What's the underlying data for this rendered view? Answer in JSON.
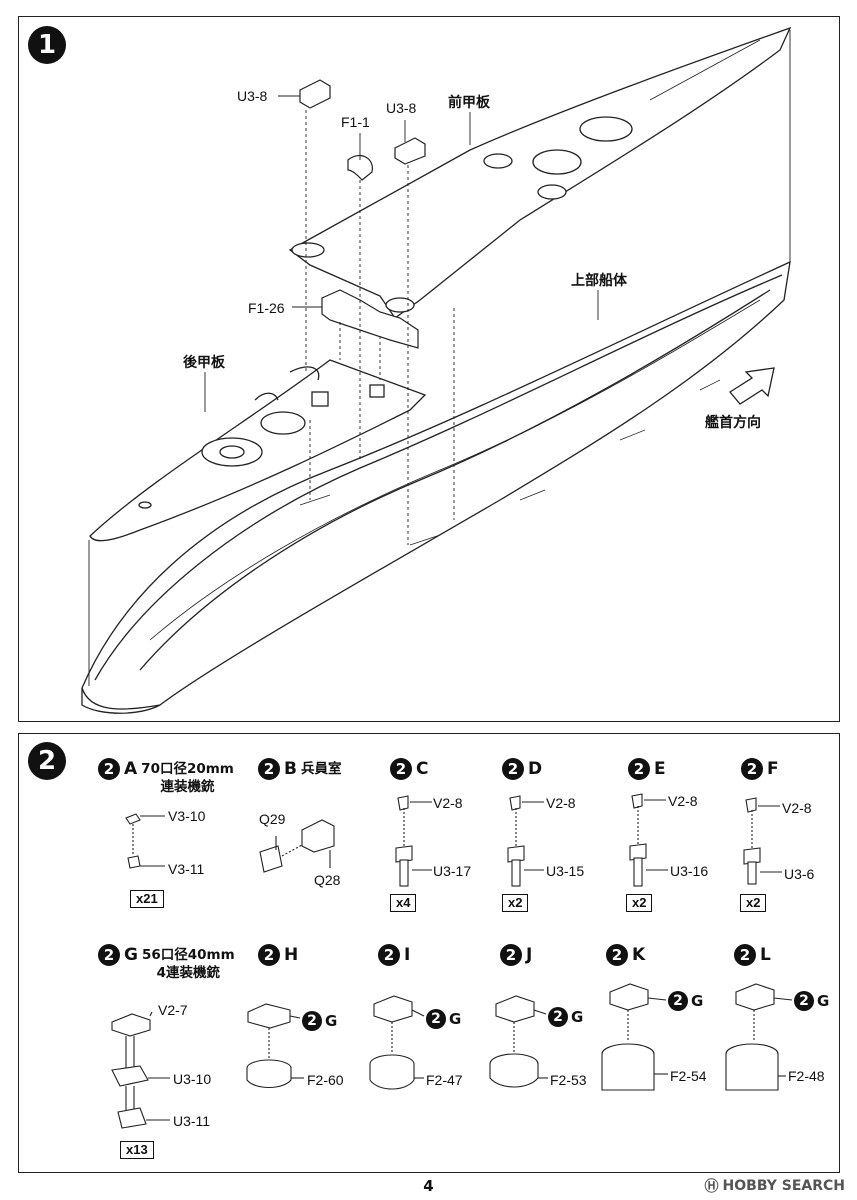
{
  "step1": {
    "number": "1",
    "labels": {
      "u3_8_left": "U3-8",
      "f1_1": "F1-1",
      "u3_8_mid": "U3-8",
      "front_deck": "前甲板",
      "upper_hull": "上部船体",
      "f1_26": "F1-26",
      "rear_deck": "後甲板",
      "bow_direction": "艦首方向"
    }
  },
  "step2": {
    "number": "2",
    "subassemblies": [
      {
        "circle": "2",
        "letter": "A",
        "title": "70口径20mm\n連装機銃",
        "parts": [
          "V3-10",
          "V3-11"
        ],
        "qty": "x21"
      },
      {
        "circle": "2",
        "letter": "B",
        "title": "兵員室",
        "parts": [
          "Q29",
          "Q28"
        ],
        "qty": ""
      },
      {
        "circle": "2",
        "letter": "C",
        "title": "",
        "parts": [
          "V2-8",
          "U3-17"
        ],
        "qty": "x4"
      },
      {
        "circle": "2",
        "letter": "D",
        "title": "",
        "parts": [
          "V2-8",
          "U3-15"
        ],
        "qty": "x2"
      },
      {
        "circle": "2",
        "letter": "E",
        "title": "",
        "parts": [
          "V2-8",
          "U3-16"
        ],
        "qty": "x2"
      },
      {
        "circle": "2",
        "letter": "F",
        "title": "",
        "parts": [
          "V2-8",
          "U3-6"
        ],
        "qty": "x2"
      },
      {
        "circle": "2",
        "letter": "G",
        "title": "56口径40mm\n4連装機銃",
        "parts": [
          "V2-7",
          "U3-10",
          "U3-11"
        ],
        "qty": "x13"
      },
      {
        "circle": "2",
        "letter": "H",
        "title": "",
        "parts": [
          "F2-60"
        ],
        "ref": "G",
        "qty": ""
      },
      {
        "circle": "2",
        "letter": "I",
        "title": "",
        "parts": [
          "F2-47"
        ],
        "ref": "G",
        "qty": ""
      },
      {
        "circle": "2",
        "letter": "J",
        "title": "",
        "parts": [
          "F2-53"
        ],
        "ref": "G",
        "qty": ""
      },
      {
        "circle": "2",
        "letter": "K",
        "title": "",
        "parts": [
          "F2-54"
        ],
        "ref": "G",
        "qty": ""
      },
      {
        "circle": "2",
        "letter": "L",
        "title": "",
        "parts": [
          "F2-48"
        ],
        "ref": "G",
        "qty": ""
      }
    ]
  },
  "page_number": "4",
  "watermark": {
    "brand": "HOBBY SEARCH",
    "prefix": "Ⓗ"
  }
}
